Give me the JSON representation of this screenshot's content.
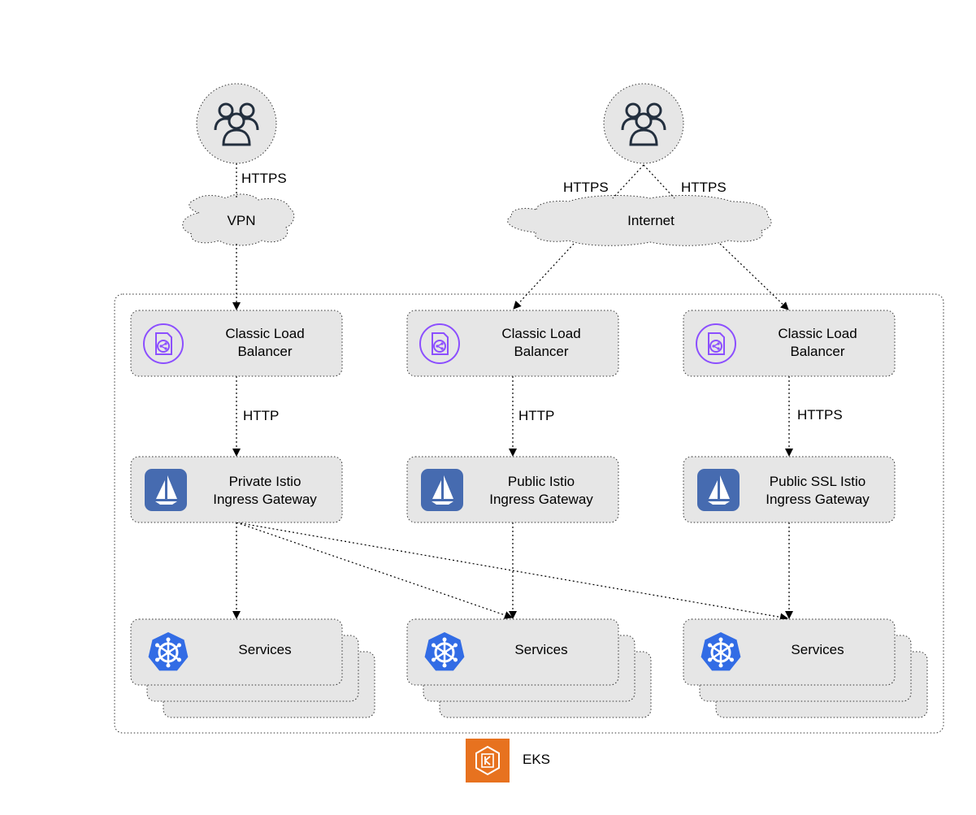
{
  "users": [
    {
      "name": "vpn-users"
    },
    {
      "name": "internet-users"
    }
  ],
  "clouds": {
    "vpn": "VPN",
    "internet": "Internet"
  },
  "cluster": {
    "label": "EKS",
    "icon": "eks-icon",
    "color": "#e7721f"
  },
  "load_balancers": [
    {
      "line1": "Classic Load",
      "line2": "Balancer",
      "icon": "elb-icon"
    },
    {
      "line1": "Classic Load",
      "line2": "Balancer",
      "icon": "elb-icon"
    },
    {
      "line1": "Classic Load",
      "line2": "Balancer",
      "icon": "elb-icon"
    }
  ],
  "gateways": [
    {
      "line1": "Private Istio",
      "line2": "Ingress Gateway",
      "icon": "istio-icon"
    },
    {
      "line1": "Public Istio",
      "line2": "Ingress Gateway",
      "icon": "istio-icon"
    },
    {
      "line1": "Public SSL Istio",
      "line2": "Ingress Gateway",
      "icon": "istio-icon"
    }
  ],
  "services": [
    {
      "label": "Services",
      "icon": "kubernetes-icon"
    },
    {
      "label": "Services",
      "icon": "kubernetes-icon"
    },
    {
      "label": "Services",
      "icon": "kubernetes-icon"
    }
  ],
  "edges": {
    "vpn_user_to_vpn": "HTTPS",
    "internet_to_lb2": "HTTPS",
    "internet_to_lb3": "HTTPS",
    "lb1_to_gw1": "HTTP",
    "lb2_to_gw2": "HTTP",
    "lb3_to_gw3": "HTTPS"
  },
  "colors": {
    "box_fill": "#e6e6e6",
    "elb_purple": "#8c4fff",
    "istio_blue": "#466bb0",
    "k8s_blue": "#326ce5",
    "eks_orange": "#e7721f",
    "user_dark": "#232f3e"
  }
}
